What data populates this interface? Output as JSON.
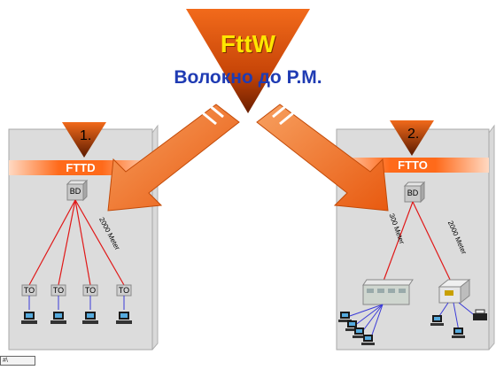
{
  "title": "FttW",
  "subtitle": "Волокно до Р.М.",
  "colors": {
    "funnel": "#e85a10",
    "arrow": "#f06a12",
    "band": "#ff6a1a",
    "panel": "#dcdcdc",
    "cable": "#e01818",
    "lan": "#3a3ad8",
    "subtitle": "#1f3bb3",
    "title": "#ffe600"
  },
  "left_panel": {
    "number": "1.",
    "band_label": "FTTD",
    "bd_label": "BD",
    "distance_label": "2000 Meter",
    "outlets": [
      "TO",
      "TO",
      "TO",
      "TO"
    ],
    "workstation_icon": "computer-icon"
  },
  "right_panel": {
    "number": "2.",
    "band_label": "FTTO",
    "bd_label": "BD",
    "distance_left_label": "300 Meter",
    "distance_right_label": "2000 Meter",
    "switch_icon": "network-switch-icon",
    "server_icon": "server-icon",
    "workstation_icon": "computer-icon"
  },
  "corner_tag": "#\\"
}
